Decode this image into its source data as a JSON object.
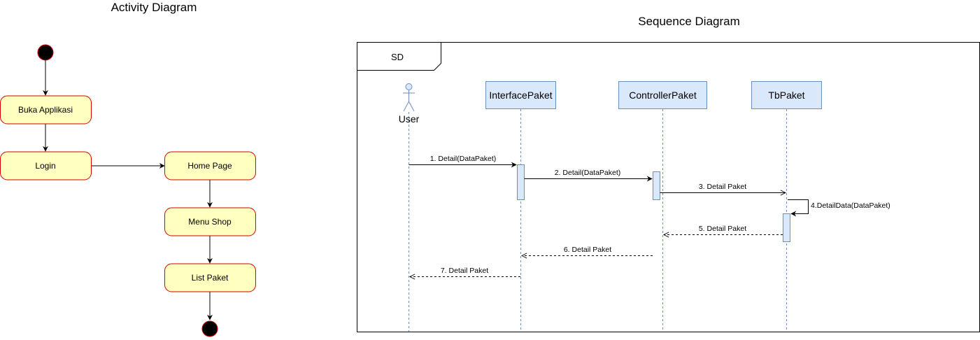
{
  "activity": {
    "title": "Activity Diagram",
    "nodes": [
      "Buka Applikasi",
      "Login",
      "Home Page",
      "Menu Shop",
      "List Paket"
    ]
  },
  "sequence": {
    "title": "Sequence Diagram",
    "frame_label": "SD",
    "actor": "User",
    "lifelines": [
      "InterfacePaket",
      "ControllerPaket",
      "TbPaket"
    ],
    "messages": [
      "1. Detail(DataPaket)",
      "2. Detail(DataPaket)",
      "3. Detail Paket",
      "4.DetailData(DataPaket)",
      "5. Detail Paket",
      "6. Detail Paket",
      "7. Detail Paket"
    ]
  },
  "colors": {
    "action_fill": "#FFFFC0",
    "action_stroke": "#D20000",
    "lifeline_fill": "#DAE8FC",
    "lifeline_stroke": "#6C8EBF"
  }
}
